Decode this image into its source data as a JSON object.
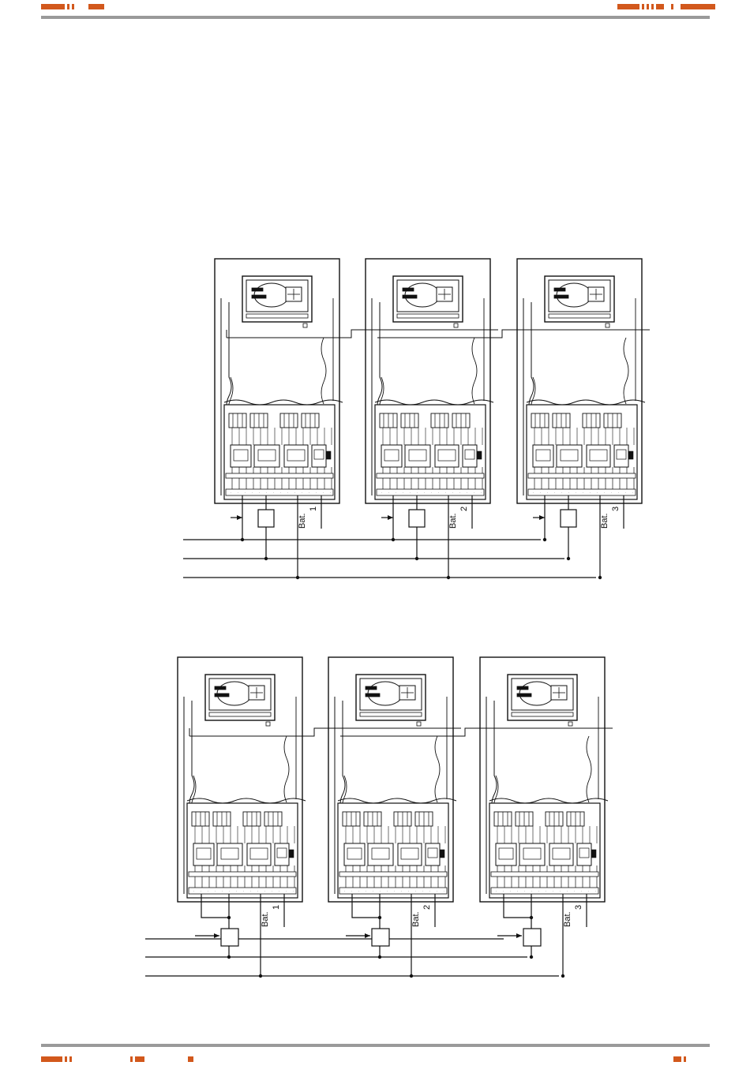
{
  "accent_color": "#d2581c",
  "rule_color": "#9a9a9a",
  "diagrams": [
    {
      "name": "upper",
      "cabinets": [
        {
          "battery_label": "Bat.",
          "battery_number": "1"
        },
        {
          "battery_label": "Bat.",
          "battery_number": "2"
        },
        {
          "battery_label": "Bat.",
          "battery_number": "3"
        }
      ]
    },
    {
      "name": "lower",
      "cabinets": [
        {
          "battery_label": "Bat.",
          "battery_number": "1"
        },
        {
          "battery_label": "Bat.",
          "battery_number": "2"
        },
        {
          "battery_label": "Bat.",
          "battery_number": "3"
        }
      ]
    }
  ]
}
